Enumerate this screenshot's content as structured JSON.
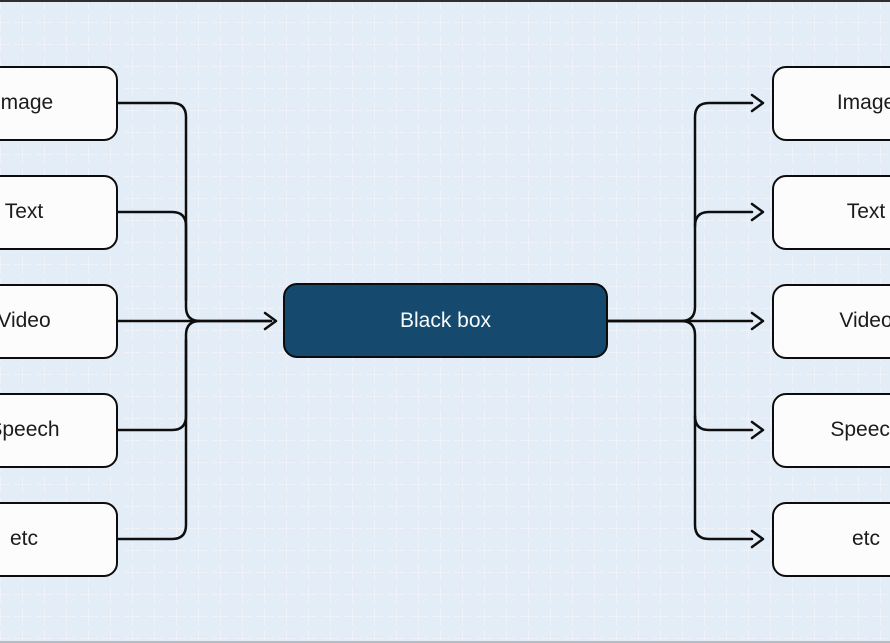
{
  "diagram": {
    "center_node": {
      "label": "Black box"
    },
    "inputs": [
      "Image",
      "Text",
      "Video",
      "Speech",
      "etc"
    ],
    "outputs": [
      "Image",
      "Text",
      "Video",
      "Speech",
      "etc"
    ],
    "colors": {
      "background": "#e3edf8",
      "grid_line": "#eff3f9",
      "node_fill": "#fcfcfc",
      "node_border": "#0c0c0c",
      "node_text": "#1b1b1b",
      "connector": "#0e0e0e",
      "center_fill": "#15496e",
      "center_text": "#f7fafc",
      "top_edge": "#2f2f2f",
      "bottom_edge": "#b9bdc1"
    }
  }
}
